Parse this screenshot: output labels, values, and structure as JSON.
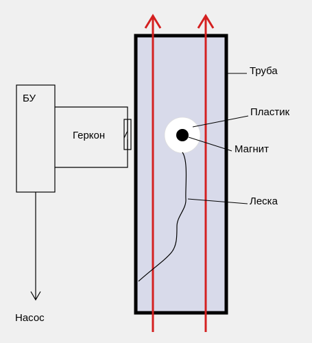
{
  "labels": {
    "control_unit": "БУ",
    "reed_switch": "Геркон",
    "pump": "Насос",
    "pipe": "Труба",
    "plastic": "Пластик",
    "magnet": "Магнит",
    "line": "Леска"
  },
  "colors": {
    "background": "#f0f0f0",
    "pipe_fill": "#d8daea",
    "pipe_border": "#000000",
    "flow_arrows": "#d42020",
    "plastic": "#ffffff",
    "magnet": "#000000",
    "outline": "#000000"
  },
  "flow": {
    "direction": "up"
  }
}
